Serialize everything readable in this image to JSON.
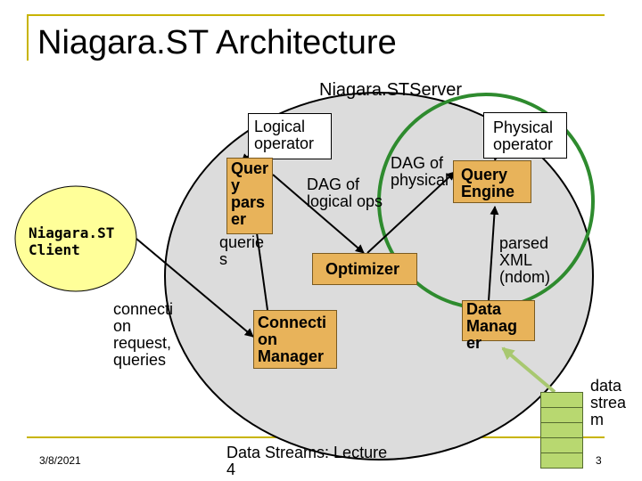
{
  "slide": {
    "title": "Niagara.ST Architecture",
    "date": "3/8/2021",
    "footer": "Data Streams: Lecture\n4",
    "page_number": "3"
  },
  "diagram": {
    "server_label": "Niagara.STServer",
    "client_label": "Niagara.ST\nClient",
    "query_parser": "Quer\ny\npars\ner",
    "optimizer": "Optimizer",
    "connection_manager": "Connecti\non\nManager",
    "query_engine": "Query\nEngine",
    "data_manager": "Data\nManag\ner",
    "logical_operator": "Logical\noperator",
    "physical_operator": "Physical\noperator",
    "dag_logical": "DAG of\nlogical ops",
    "dag_physical": "DAG of\nphysical ops",
    "queries_text": "querie\ns",
    "parsed_xml": "parsed\nXML\n(ndom)",
    "connection_request": "connecti\non\nrequest,\nqueries",
    "data_stream": "data\nstrea\nm"
  },
  "colors": {
    "accent_rule": "#c8b400",
    "server_ellipse": "#dcdcdc",
    "box_fill": "#e8b35a",
    "client_fill": "#ffff99",
    "engine_ellipse": "#2e8b2e",
    "stream_fill": "#b8d870",
    "stream_arrow": "#a8c870"
  }
}
